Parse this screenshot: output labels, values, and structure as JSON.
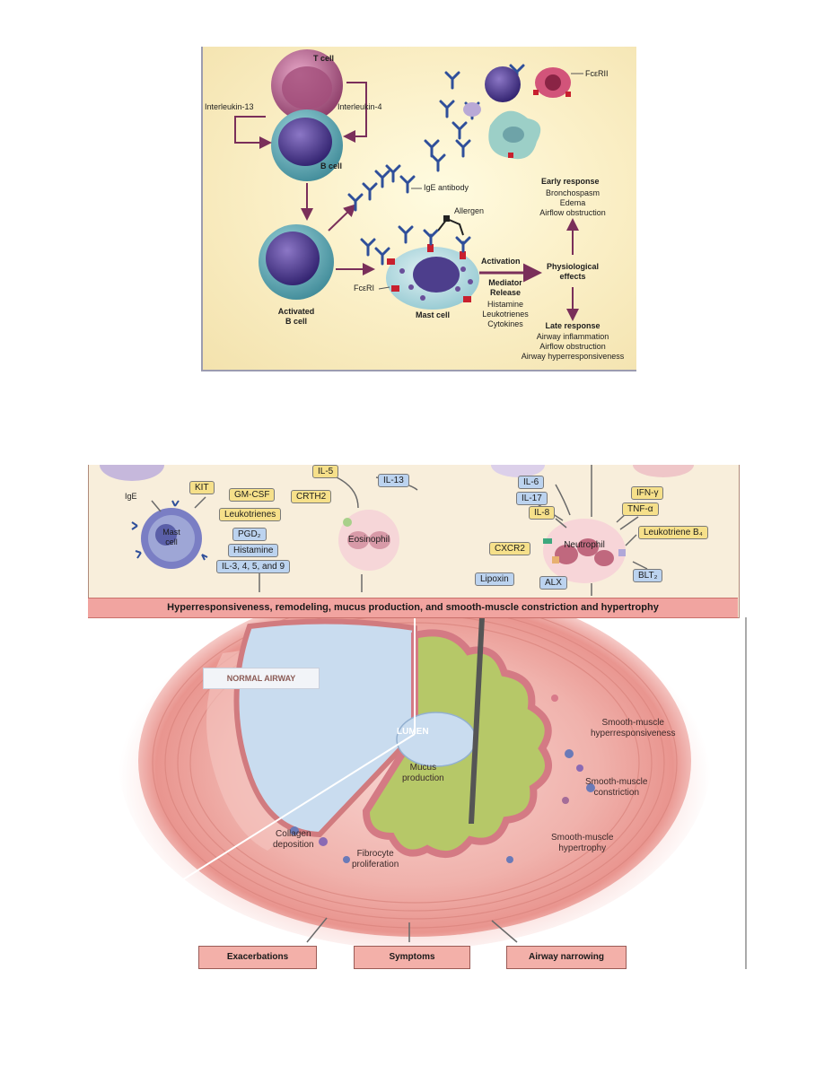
{
  "top_panel": {
    "t_cell": "T cell",
    "b_cell": "B cell",
    "interleukin_13": "Interleukin-13",
    "interleukin_4": "Interleukin-4",
    "fceri_high": "FcεRII",
    "ige_antibody": "IgE antibody",
    "early_response": {
      "title": "Early response",
      "items": [
        "Bronchospasm",
        "Edema",
        "Airflow obstruction"
      ]
    },
    "allergen": "Allergen",
    "activation": "Activation",
    "physiological_effects": [
      "Physiological",
      "effects"
    ],
    "mediator_release": {
      "title": [
        "Mediator",
        "Release"
      ],
      "items": [
        "Histamine",
        "Leukotrienes",
        "Cytokines"
      ]
    },
    "fceri_low": "FcεRI",
    "activated_b_cell": [
      "Activated",
      "B cell"
    ],
    "mast_cell": "Mast cell",
    "late_response": {
      "title": "Late response",
      "items": [
        "Airway inflammation",
        "Airflow obstruction",
        "Airway hyperresponsiveness"
      ]
    }
  },
  "bottom_panel": {
    "ige": "IgE",
    "kit": "KIT",
    "il5": "IL-5",
    "crth2": "CRTH2",
    "il13": "IL-13",
    "gmcsf": "GM-CSF",
    "leukotrienes": "Leukotrienes",
    "pgd2": "PGD₂",
    "histamine": "Histamine",
    "il_3_4_5_9": "IL-3, 4, 5, and 9",
    "mast_cell": [
      "Mast",
      "cell"
    ],
    "eosinophil": "Eosinophil",
    "il6": "IL-6",
    "il17": "IL-17",
    "il8": "IL-8",
    "ifn_gamma": "IFN-γ",
    "tnf_alpha": "TNF-α",
    "leukotriene_b4": "Leukotriene B₄",
    "cxcr2": "CXCR2",
    "neutrophil": "Neutrophil",
    "lipoxin": "Lipoxin",
    "alx": "ALX",
    "blt2": "BLT₂",
    "banner": "Hyperresponsiveness, remodeling, mucus production, and smooth-muscle constriction and hypertrophy",
    "normal_airway": "NORMAL AIRWAY",
    "lumen": "LUMEN",
    "mucus_production": [
      "Mucus",
      "production"
    ],
    "sm_hyperresponsiveness": [
      "Smooth-muscle",
      "hyperresponsiveness"
    ],
    "sm_constriction": [
      "Smooth-muscle",
      "constriction"
    ],
    "sm_hypertrophy": [
      "Smooth-muscle",
      "hypertrophy"
    ],
    "collagen_deposition": [
      "Collagen",
      "deposition"
    ],
    "fibrocyte_proliferation": [
      "Fibrocyte",
      "proliferation"
    ],
    "outcomes": [
      "Exacerbations",
      "Symptoms",
      "Airway narrowing"
    ]
  },
  "colors": {
    "panel_background": "#fbf0c8",
    "cell_purple": "#6a4f9a",
    "t_cell_magenta": "#a24d7a",
    "receptor_red": "#c8202e",
    "antibody_blue": "#2f4f9a",
    "arrow_purple": "#7a2f5a",
    "banner_pink": "#f1a4a0",
    "airway_pink": "#f2b8b4",
    "lumen_blue": "#c9dcef",
    "mucus_green": "#b6c868",
    "tag_yellow": "#f6e08a",
    "tag_blue": "#bcd3ef"
  }
}
